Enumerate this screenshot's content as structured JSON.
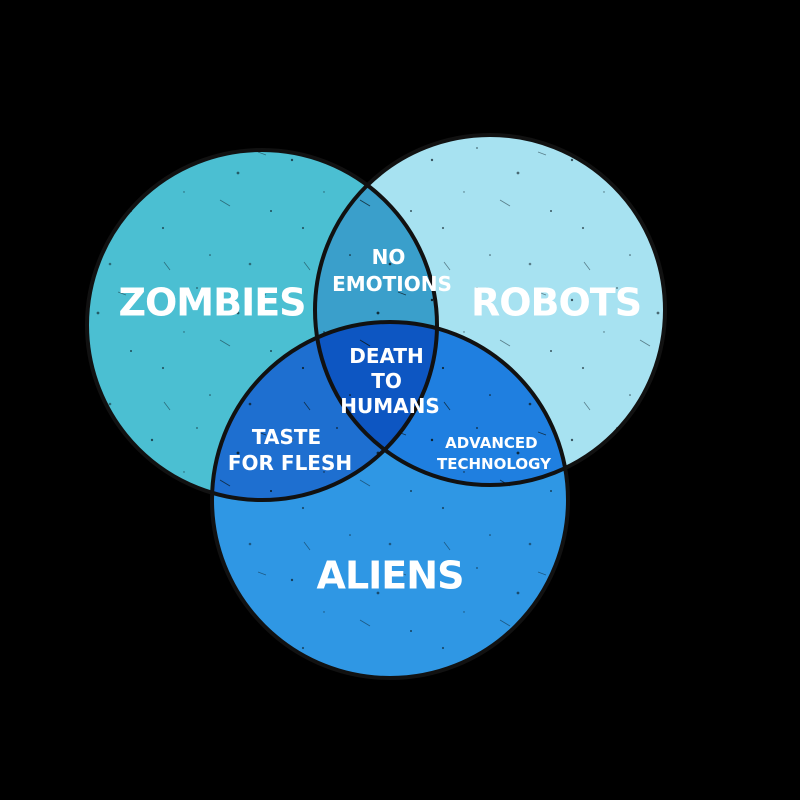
{
  "diagram": {
    "sets": [
      {
        "id": "zombies",
        "label": "ZOMBIES",
        "color": "#4bbfd2"
      },
      {
        "id": "robots",
        "label": "ROBOTS",
        "color": "#a7e2f1"
      },
      {
        "id": "aliens",
        "label": "ALIENS",
        "color": "#2f97e4"
      }
    ],
    "intersections": {
      "zombies_robots": {
        "lines": [
          "NO",
          "EMOTIONS"
        ],
        "color": "#3a9fcb"
      },
      "zombies_aliens": {
        "lines": [
          "TASTE",
          "FOR FLESH"
        ],
        "color": "#1e6fd0"
      },
      "robots_aliens": {
        "lines": [
          "ADVANCED",
          "TECHNOLOGY"
        ],
        "color": "#1f7fe0"
      },
      "all_three": {
        "lines": [
          "DEATH",
          "TO",
          "HUMANS"
        ],
        "color": "#0d56c2"
      }
    },
    "background_color": "#000000",
    "outline_color": "#111111"
  }
}
